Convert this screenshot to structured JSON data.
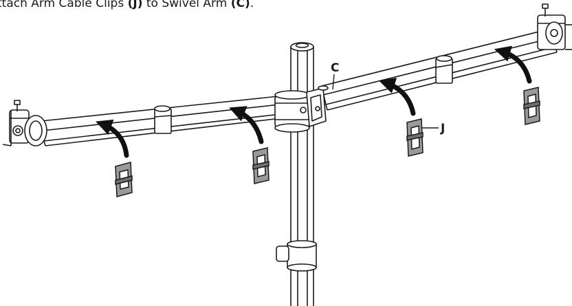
{
  "instruction": {
    "lead": "ttach Arm Cable Clips",
    "part1": "(J)",
    "middle": "to Swivel Arm",
    "part2": "(C)",
    "end": "."
  },
  "callouts": {
    "swivel_arm": "C",
    "cable_clip": "J"
  },
  "colors": {
    "line": "#1a1a1a",
    "clip_fill": "#9a9a9a",
    "arrow": "#111111",
    "background": "#ffffff"
  }
}
